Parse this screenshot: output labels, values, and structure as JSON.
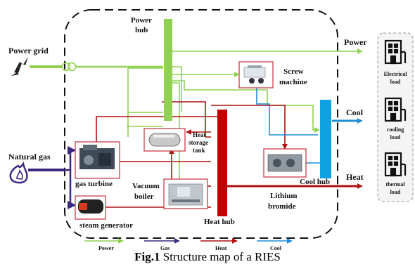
{
  "colors": {
    "power": "#8fd14f",
    "gas": "#3b2680",
    "heat": "#b01010",
    "cool": "#1c8ed8",
    "hub_power": "#92d050",
    "hub_heat": "#c00000",
    "hub_cool": "#0fa0e0",
    "box_border": "#c0303a"
  },
  "labels": {
    "power_grid": "Power grid",
    "natural_gas": "Natural gas",
    "power_hub_l1": "Power",
    "power_hub_l2": "hub",
    "screw_l1": "Screw",
    "screw_l2": "machine",
    "heat_storage_l1": "Heat",
    "heat_storage_l2": "storage",
    "heat_storage_l3": "tank",
    "gas_turbine": "gas turbine",
    "vacuum_l1": "Vacuum",
    "vacuum_l2": "boiler",
    "steam_generator": "steam generator",
    "heat_hub": "Heat hub",
    "cool_hub": "Cool hub",
    "lithium_l1": "Lithium",
    "lithium_l2": "bromide"
  },
  "outputs": {
    "power": "Power",
    "cool": "Cool",
    "heat": "Heat"
  },
  "loads": {
    "electrical_l1": "Electrical",
    "electrical_l2": "load",
    "cooling_l1": "cooling",
    "cooling_l2": "load",
    "thermal_l1": "thermal",
    "thermal_l2": "load"
  },
  "legend": {
    "power": "Power",
    "gas": "Gas",
    "heat": "Heat",
    "cool": "Cool"
  },
  "caption": {
    "prefix": "Fig.1",
    "text": " Structure map of a RIES"
  },
  "icons": {
    "grid": "lightning-icon",
    "gas": "flame-icon",
    "transformer": "transformer-icon",
    "building": "building-icon"
  }
}
